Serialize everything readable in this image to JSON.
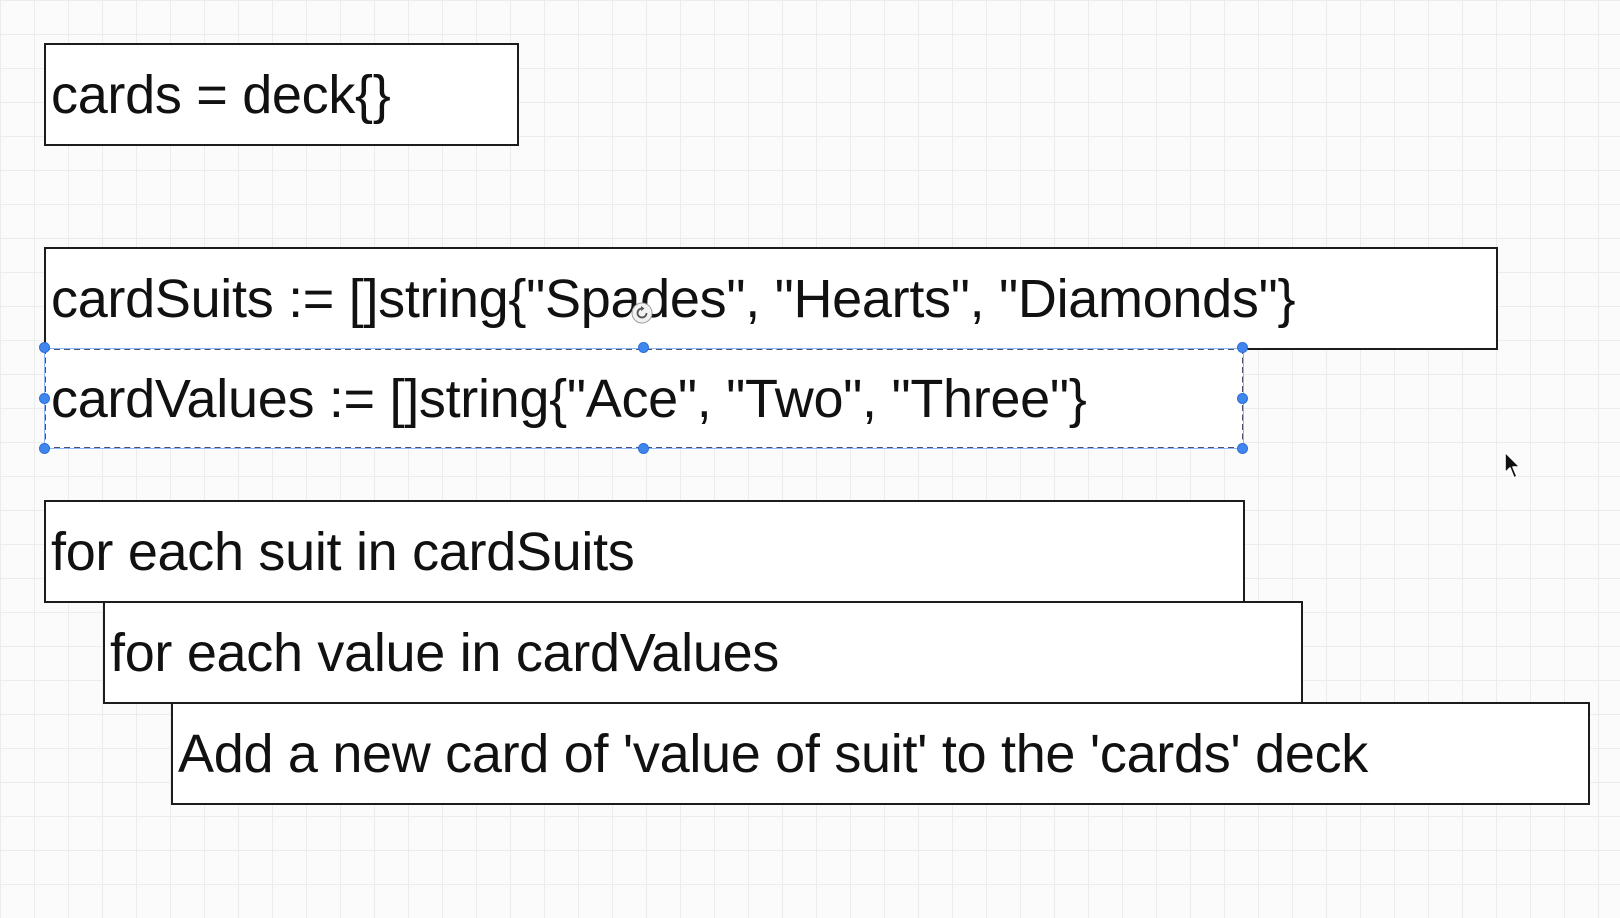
{
  "boxes": {
    "cards_decl": "cards = deck{}",
    "card_suits": "cardSuits := []string{\"Spades\", \"Hearts\", \"Diamonds\"}",
    "card_values": "cardValues := []string{\"Ace\", \"Two\", \"Three\"}",
    "for_each_suit": "for each suit in cardSuits",
    "for_each_value": "for each value in cardValues",
    "add_card": "Add a new card of 'value of suit' to the 'cards' deck"
  },
  "selection": {
    "selected_box": "card_values",
    "handle_color": "#3f86ee"
  },
  "icons": {
    "rotate": "rotate-icon",
    "cursor": "mouse-pointer-icon"
  },
  "colors": {
    "grid": "#ececec",
    "background": "#fbfbfb",
    "box_border": "#1c1c1c",
    "text": "#111111"
  }
}
